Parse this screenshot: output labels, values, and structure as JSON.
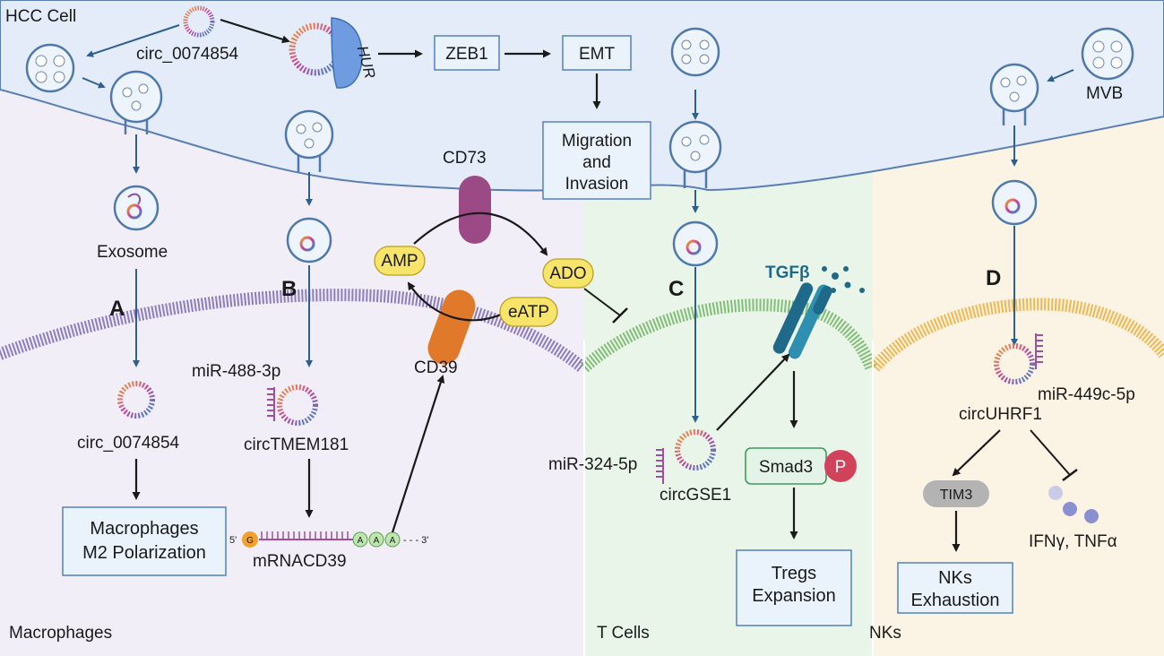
{
  "regions": {
    "hcc_cell": "HCC Cell",
    "macrophages": "Macrophages",
    "t_cells": "T Cells",
    "nks": "NKs"
  },
  "panels": {
    "a": "A",
    "b": "B",
    "c": "C",
    "d": "D"
  },
  "top": {
    "circ_label": "circ_0074854",
    "hur": "HUR",
    "zeb1": "ZEB1",
    "emt": "EMT",
    "migration_line1": "Migration",
    "migration_line2": "and",
    "migration_line3": "Invasion",
    "mvb": "MVB"
  },
  "panel_a": {
    "exosome": "Exosome",
    "circ_label": "circ_0074854",
    "box_line1": "Macrophages",
    "box_line2": "M2 Polarization"
  },
  "panel_b": {
    "mirna": "miR-488-3p",
    "circ_label": "circTMEM181",
    "mrna": "mRNACD39",
    "five_prime": "5'",
    "cap": "G",
    "polya": "A",
    "three_prime": "- - - 3'"
  },
  "adenosine": {
    "cd73": "CD73",
    "cd39": "CD39",
    "amp": "AMP",
    "ado": "ADO",
    "eatp": "eATP"
  },
  "panel_c": {
    "tgfb": "TGFβ",
    "mirna": "miR-324-5p",
    "circ_label": "circGSE1",
    "smad3": "Smad3",
    "phospho": "P",
    "box_line1": "Tregs",
    "box_line2": "Expansion"
  },
  "panel_d": {
    "mirna": "miR-449c-5p",
    "circ_label": "circUHRF1",
    "tim3": "TIM3",
    "cytokines": "IFNγ, TNFα",
    "box_line1": "NKs",
    "box_line2": "Exhaustion"
  },
  "colors": {
    "hcc_bg": "#e3ecf8",
    "macro_bg": "#f1eef8",
    "tcell_bg": "#eaf5e9",
    "nk_bg": "#fbf3e4",
    "macro_membrane": "#7b67b5",
    "tcell_membrane": "#77b86a",
    "nk_membrane": "#f0b040",
    "cd73": "#9b4a86",
    "cd39": "#e07a2a",
    "tgfb": "#1f6a8a",
    "smad3": "#e4f3e8",
    "phospho": "#d0435b",
    "metabolite": "#f7e46a"
  }
}
